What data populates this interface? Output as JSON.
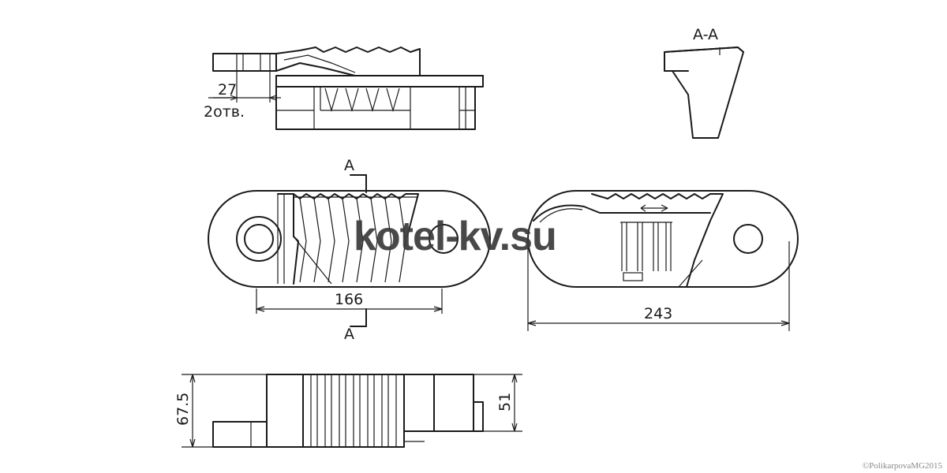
{
  "labels": {
    "dim_27": "27",
    "holes_note": "2отв.",
    "section_mark_top": "A",
    "section_mark_bottom": "A",
    "section_title": "A-A",
    "dim_166": "166",
    "dim_243": "243",
    "dim_67_5": "67.5",
    "dim_51": "51"
  },
  "watermark": "kotel-kv.su",
  "copyright": "©PolikarpovaMG2015",
  "colors": {
    "line": "#1a1a1a",
    "background": "#ffffff",
    "watermark": "#3a3a3a"
  }
}
